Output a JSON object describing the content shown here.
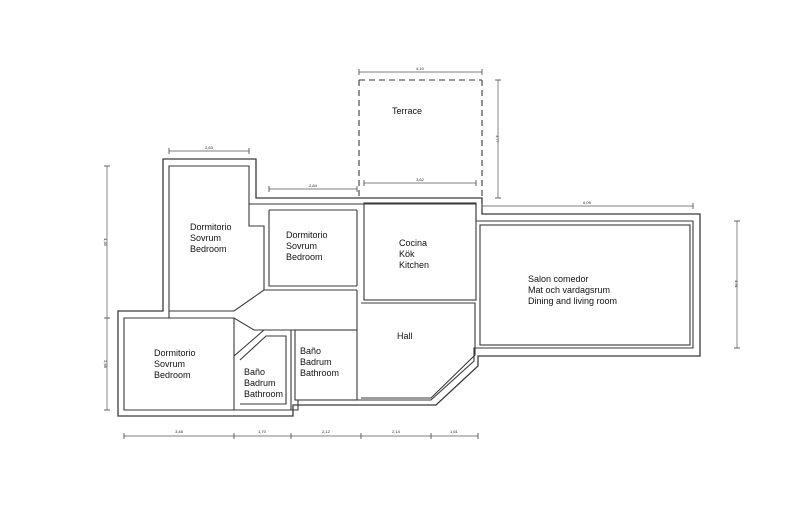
{
  "rooms": {
    "terrace": [
      "Terrace"
    ],
    "bedroom_top_left": [
      "Dormitorio",
      "Sovrum",
      "Bedroom"
    ],
    "bedroom_top_center": [
      "Dormitorio",
      "Sovrum",
      "Bedroom"
    ],
    "kitchen": [
      "Cocina",
      "Kök",
      "Kitchen"
    ],
    "living": [
      "Salon comedor",
      "Mat och vardagsrum",
      "Dining and living room"
    ],
    "bedroom_bottom_left": [
      "Dormitorio",
      "Sovrum",
      "Bedroom"
    ],
    "bathroom_small": [
      "Baño",
      "Badrum",
      "Bathroom"
    ],
    "bathroom_large": [
      "Baño",
      "Badrum",
      "Bathroom"
    ],
    "hall": [
      "Hall"
    ]
  },
  "dimensions": {
    "terrace_width": "4,10",
    "terrace_depth": "3,77",
    "bedroom1_width": "2,63",
    "bedroom2_width": "2,84",
    "kitchen_width": "3,62",
    "living_width": "6,09",
    "left_height_upper": "4,40",
    "left_height_lower": "2,66",
    "living_depth": "4,51",
    "bottom_1": "3,48",
    "bottom_2": "1,70",
    "bottom_3": "2,12",
    "bottom_4": "2,14",
    "bottom_5": "1,61"
  }
}
